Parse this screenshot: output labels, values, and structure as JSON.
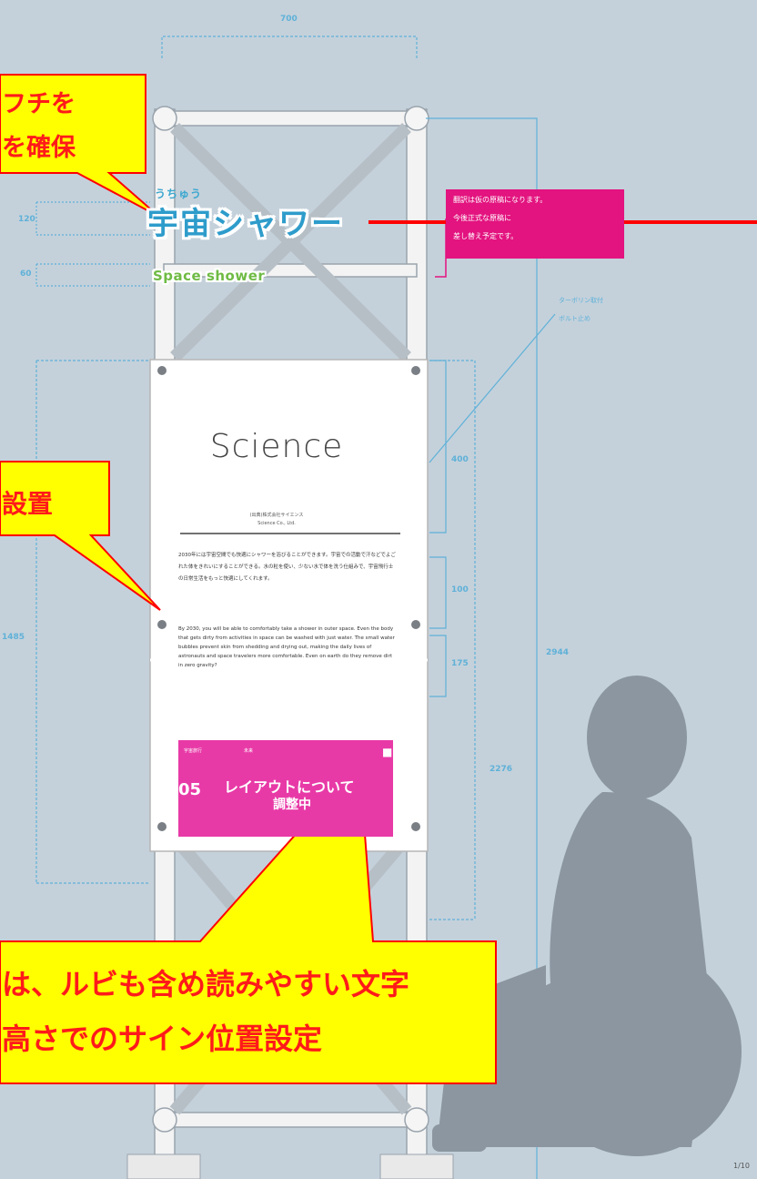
{
  "dimensions": {
    "top_width": "700",
    "ruby_height": "120",
    "en_height": "60",
    "panel_upper": "400",
    "panel_jp": "100",
    "panel_en": "175",
    "total_height": "2944",
    "sign_height": "2276",
    "panel_height": "1485"
  },
  "callouts": {
    "top_line1": "フチを",
    "top_line2": "を確保",
    "middle": "設置",
    "bottom_line1": "は、ルビも含め読みやすい文字",
    "bottom_line2": "高さでのサイン位置設定"
  },
  "sign": {
    "ruby": "うちゅう",
    "title_jp": "宇宙シャワー",
    "title_en": "Space shower",
    "science_title": "Science",
    "subtitle_jp": "(出典)株式会社サイエンス",
    "subtitle_en": "Science Co., Ltd.",
    "body_jp": "2030年には宇宙空間でも快適にシャワーを浴びることができます。宇宙での活動で汗などでよごれた体をきれいにすることができる。水の粒を使い、少ない水で体を洗う仕組みで、宇宙飛行士の日常生活をもっと快適にしてくれます。",
    "body_en": "By 2030, you will be able to comfortably take a shower in outer space. Even the body that gets dirty from activities in space can be washed with just water. The small water bubbles prevent skin from shedding and drying out, making the daily lives of astronauts and space travelers more comfortable. Even on earth do they remove dirt in zero gravity?",
    "pink_small_left": "宇宙旅行",
    "pink_small_mid": "未来",
    "pink_big1": "レイアウトについて",
    "pink_big2": "調整中",
    "pink_05": "05",
    "pink_corner": "■"
  },
  "notes": {
    "pink_note_line1": "翻訳は仮の原稿になります。",
    "pink_note_line2": "今後正式な原稿に",
    "pink_note_line3": "差し替え予定です。",
    "bolt_line1": "ターボリン取付",
    "bolt_line2": "ボルト止め"
  },
  "page_number": "1/10",
  "colors": {
    "background": "#c4d1db",
    "dimension_line": "#5fb1d8",
    "callout_fill": "#ffff00",
    "callout_border": "#ff0000",
    "callout_text": "#ff1a1a",
    "note_pink": "#e3137f",
    "block_pink": "#e83aa7",
    "title_blue": "#2e9ccb",
    "title_green": "#6fbb45",
    "silhouette": "#8b96a1"
  }
}
